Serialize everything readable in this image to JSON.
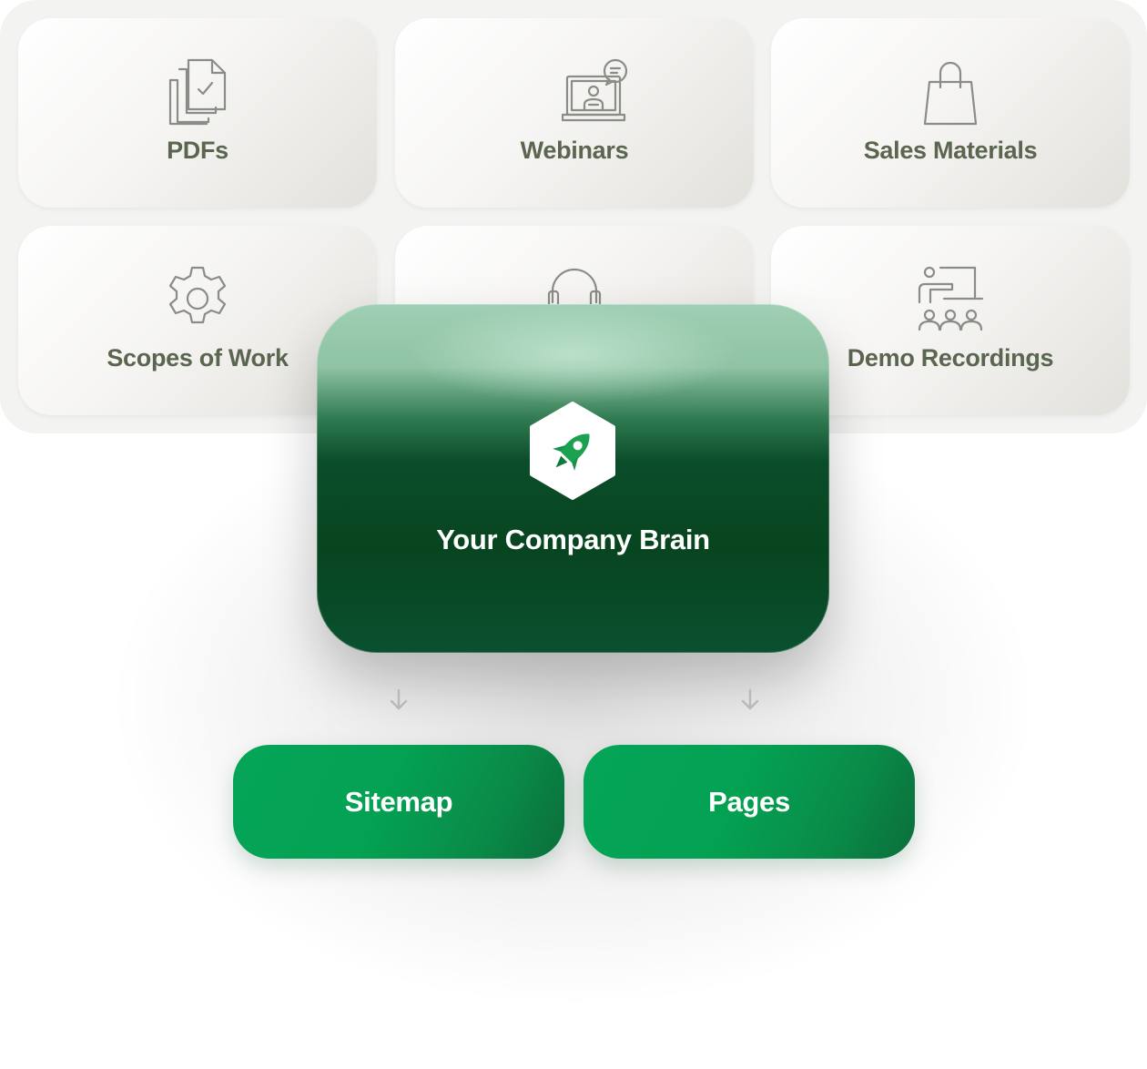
{
  "sources": [
    {
      "label": "PDFs",
      "icon": "pdf-documents-icon"
    },
    {
      "label": "Webinars",
      "icon": "webinar-laptop-icon"
    },
    {
      "label": "Sales Materials",
      "icon": "shopping-bag-icon"
    },
    {
      "label": "Scopes of Work",
      "icon": "gear-icon"
    },
    {
      "label": "",
      "icon": "headset-icon"
    },
    {
      "label": "Demo Recordings",
      "icon": "presentation-audience-icon"
    }
  ],
  "brain": {
    "title": "Your Company Brain",
    "icon": "rocket-icon"
  },
  "outputs": [
    {
      "label": "Sitemap"
    },
    {
      "label": "Pages"
    }
  ],
  "colors": {
    "tile_text": "#5a6650",
    "brain_dark": "#07451f",
    "output_green": "#03a253"
  }
}
